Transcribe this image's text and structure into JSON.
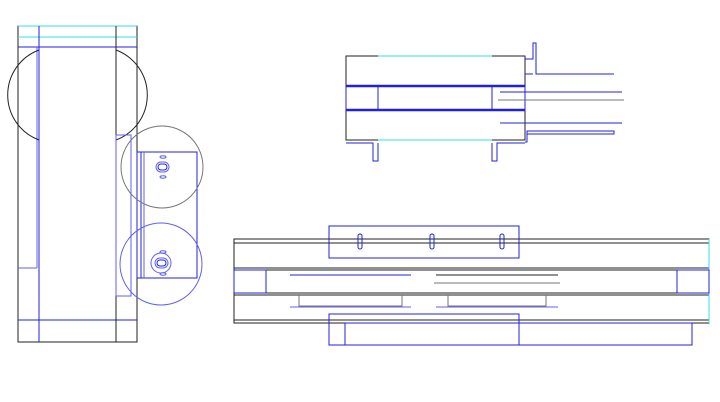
{
  "drawing": {
    "views": [
      "side-view",
      "top-view",
      "front-view"
    ],
    "colors": {
      "outline": "#222222",
      "construction": "#2020e0",
      "edge-highlight": "#30e0e0",
      "hidden": "#777777"
    }
  }
}
